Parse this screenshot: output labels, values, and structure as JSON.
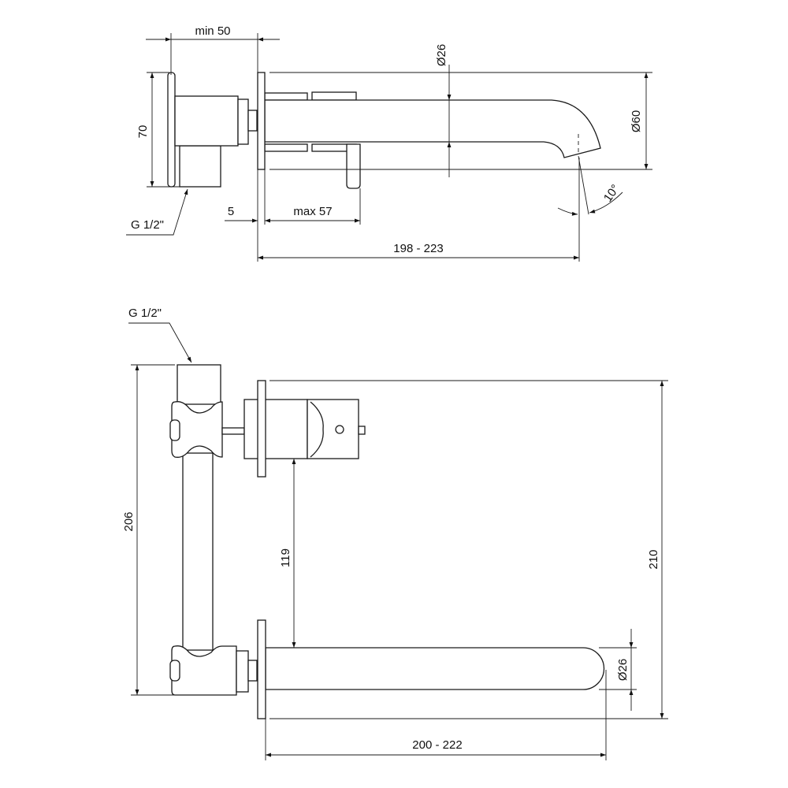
{
  "top_view": {
    "min_wall": "min 50",
    "body_height": "70",
    "thread": "G 1/2\"",
    "plate_thickness": "5",
    "max_depth": "max 57",
    "spout_diameter": "Ø26",
    "plate_diameter": "Ø60",
    "angle": "10°",
    "projection": "198 - 223"
  },
  "front_view": {
    "thread": "G 1/2\"",
    "body_height": "206",
    "axis_distance": "119",
    "total_height": "210",
    "spout_diameter": "Ø26",
    "projection": "200 - 222"
  }
}
